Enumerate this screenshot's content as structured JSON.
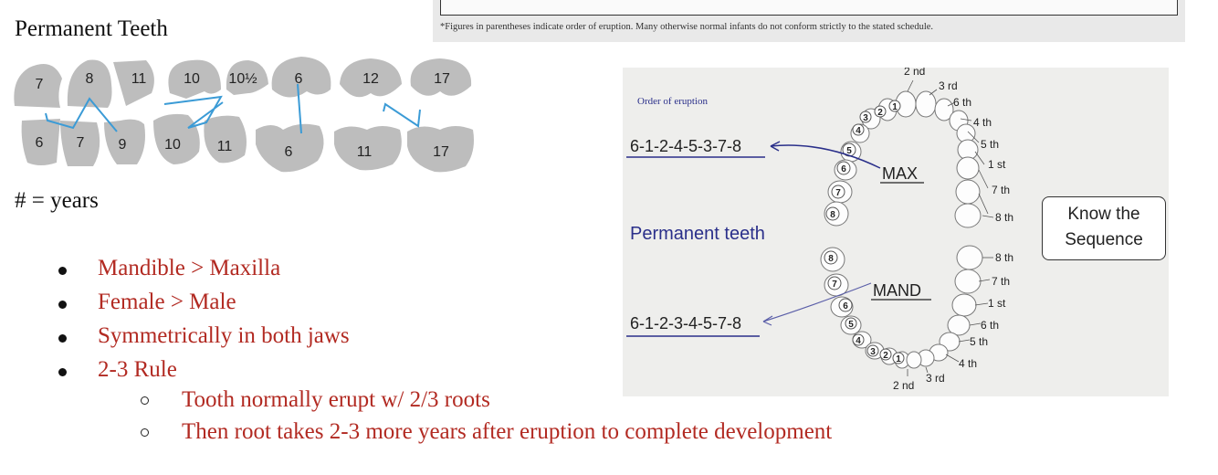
{
  "footnote": "*Figures in parentheses indicate order of eruption.  Many otherwise normal infants do not conform strictly to the stated schedule.",
  "title": "Permanent Teeth",
  "teeth_upper": [
    "7",
    "8",
    "11",
    "10",
    "10½",
    "6",
    "12",
    "17"
  ],
  "teeth_lower": [
    "6",
    "7",
    "9",
    "10",
    "11",
    "6",
    "11",
    "17"
  ],
  "years_note": "# = years",
  "bullets": [
    "Mandible > Maxilla",
    "Female > Male",
    "Symmetrically in both jaws",
    "2-3 Rule"
  ],
  "sub_bullets": [
    "Tooth normally erupt w/ 2/3 roots",
    "Then root takes 2-3 more years after eruption to complete development"
  ],
  "eruption_chart": {
    "heading": "Order of eruption",
    "max_sequence": "6-1-2-4-5-3-7-8",
    "max_label": "MAX",
    "mand_sequence": "6-1-2-3-4-5-7-8",
    "mand_label": "MAND",
    "section_label": "Permanent teeth",
    "upper_labels": [
      "2 nd",
      "3 rd",
      "6 th",
      "4 th",
      "5 th",
      "1 st",
      "7 th",
      "8 th"
    ],
    "lower_labels": [
      "8 th",
      "7 th",
      "1 st",
      "6 th",
      "5 th",
      "4 th",
      "3 rd",
      "2 nd"
    ],
    "upper_numbers": [
      "1",
      "2",
      "3",
      "4",
      "5",
      "6",
      "7",
      "8"
    ],
    "lower_numbers": [
      "8",
      "7",
      "6",
      "5",
      "4",
      "3",
      "2",
      "1"
    ]
  },
  "callout": [
    "Know the",
    "Sequence"
  ],
  "colors": {
    "accent_red": "#b22a22",
    "navy": "#2a2f8a",
    "teeth_gray": "#bdbdbd",
    "link_blue": "#3b9bd6"
  }
}
